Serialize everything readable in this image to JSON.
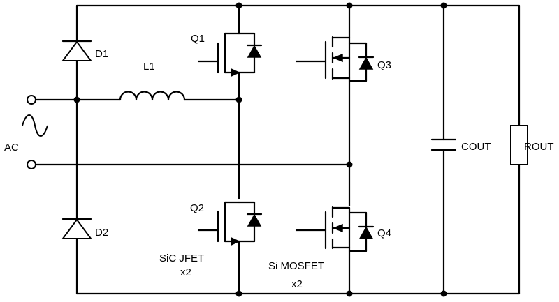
{
  "labels": {
    "d1": "D1",
    "d2": "D2",
    "l1": "L1",
    "q1": "Q1",
    "q2": "Q2",
    "q3": "Q3",
    "q4": "Q4",
    "ac": "AC",
    "cout": "COUT",
    "rout": "ROUT",
    "sic_line1": "SiC JFET",
    "sic_line2": "x2",
    "si_line1": "Si MOSFET",
    "si_line2": "x2"
  }
}
